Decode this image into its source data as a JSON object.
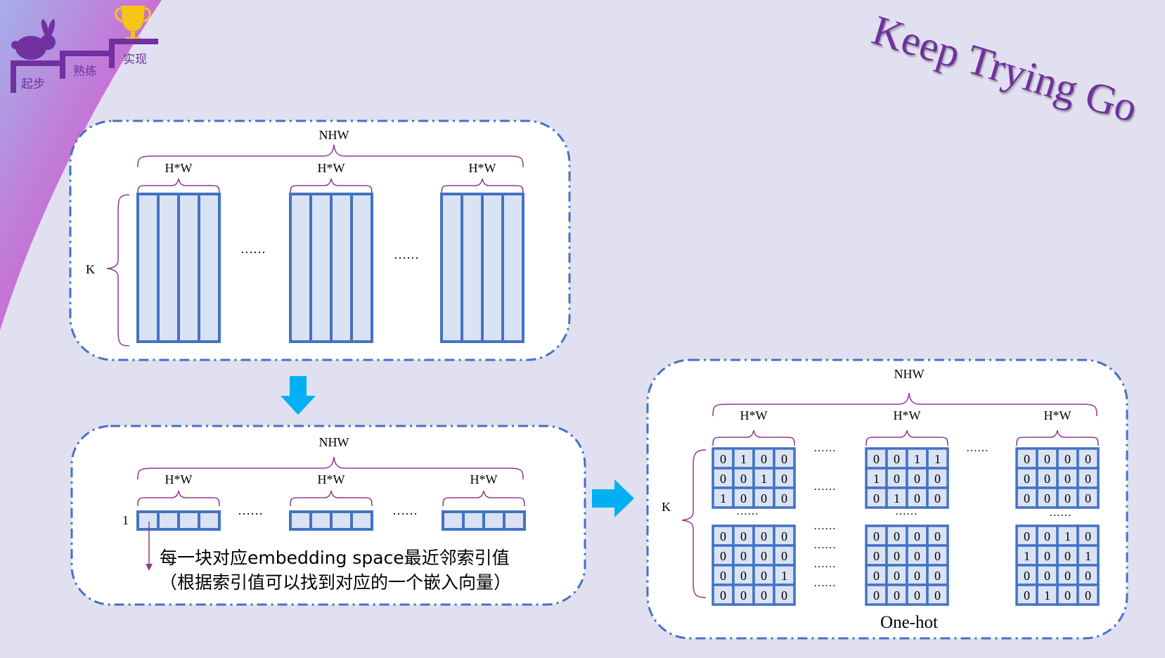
{
  "logo": {
    "steps": [
      "起步",
      "熟练",
      "实现"
    ],
    "trophy_icon": "trophy-icon",
    "rabbit_icon": "rabbit-icon"
  },
  "watermark": "Keep Trying Go",
  "panel_top": {
    "nhw": "NHW",
    "hw": [
      "H*W",
      "H*W",
      "H*W"
    ],
    "k": "K",
    "dots": [
      "……",
      "……"
    ]
  },
  "panel_mid": {
    "nhw": "NHW",
    "hw": [
      "H*W",
      "H*W",
      "H*W"
    ],
    "one": "1",
    "dots": [
      "……",
      "……"
    ],
    "caption1": "每一块对应embedding space最近邻索引值",
    "caption2": "（根据索引值可以找到对应的一个嵌入向量）"
  },
  "panel_right": {
    "nhw": "NHW",
    "hw": [
      "H*W",
      "H*W",
      "H*W"
    ],
    "k": "K",
    "title": "One-hot",
    "groups": [
      {
        "top": [
          [
            "0",
            "1",
            "0",
            "0"
          ],
          [
            "0",
            "0",
            "1",
            "0"
          ],
          [
            "1",
            "0",
            "0",
            "0"
          ]
        ],
        "bottom": [
          [
            "0",
            "0",
            "0",
            "0"
          ],
          [
            "0",
            "0",
            "0",
            "0"
          ],
          [
            "0",
            "0",
            "0",
            "1"
          ],
          [
            "0",
            "0",
            "0",
            "0"
          ]
        ]
      },
      {
        "top": [
          [
            "0",
            "0",
            "1",
            "1"
          ],
          [
            "1",
            "0",
            "0",
            "0"
          ],
          [
            "0",
            "1",
            "0",
            "0"
          ]
        ],
        "bottom": [
          [
            "0",
            "0",
            "0",
            "0"
          ],
          [
            "0",
            "0",
            "0",
            "0"
          ],
          [
            "0",
            "0",
            "0",
            "0"
          ],
          [
            "0",
            "0",
            "0",
            "0"
          ]
        ]
      },
      {
        "top": [
          [
            "0",
            "0",
            "0",
            "0"
          ],
          [
            "0",
            "0",
            "0",
            "0"
          ],
          [
            "0",
            "0",
            "0",
            "0"
          ]
        ],
        "bottom": [
          [
            "0",
            "0",
            "1",
            "0"
          ],
          [
            "1",
            "0",
            "0",
            "1"
          ],
          [
            "0",
            "0",
            "0",
            "0"
          ],
          [
            "0",
            "1",
            "0",
            "0"
          ]
        ]
      }
    ],
    "dots_top": [
      "……",
      "……"
    ],
    "dots_left": [
      "……",
      "……",
      "……"
    ],
    "dots_mid": [
      "……",
      "……",
      "……",
      "……"
    ]
  },
  "colors": {
    "accent_blue": "#4472c4",
    "cell_fill": "#dae3f3",
    "brace_purple": "#8e3b8e",
    "arrow_cyan": "#00b0f0",
    "watermark_purple": "#7030a0",
    "background": "#e1e0f1"
  }
}
